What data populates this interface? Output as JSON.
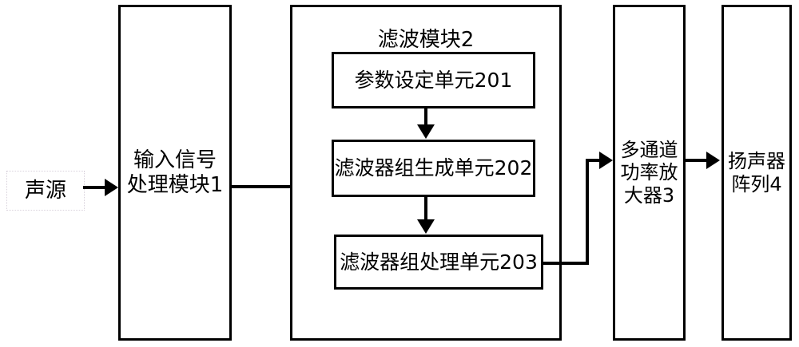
{
  "diagram": {
    "type": "block-diagram",
    "title": "",
    "language": "zh",
    "blocks": {
      "source": {
        "label": "声源"
      },
      "input_module": {
        "label": "输入信号\n处理模块1"
      },
      "filter_module": {
        "label": "滤波模块2"
      },
      "unit_201": {
        "label": "参数设定单元201"
      },
      "unit_202": {
        "label": "滤波器组生成单元202"
      },
      "unit_203": {
        "label": "滤波器组处理单元203"
      },
      "amplifier": {
        "label": "多通道\n功率放\n大器3"
      },
      "speaker_array": {
        "label": "扬声器\n阵列4"
      }
    },
    "connections": [
      {
        "from": "source",
        "to": "input_module",
        "style": "arrow-right"
      },
      {
        "from": "input_module",
        "to": "unit_203",
        "style": "elbow-down-right"
      },
      {
        "from": "unit_201",
        "to": "unit_202",
        "style": "arrow-down"
      },
      {
        "from": "unit_202",
        "to": "unit_203",
        "style": "arrow-down"
      },
      {
        "from": "unit_203",
        "to": "amplifier",
        "style": "elbow-up-right"
      },
      {
        "from": "amplifier",
        "to": "speaker_array",
        "style": "arrow-right"
      }
    ],
    "colors": {
      "stroke": "#000000",
      "background": "#ffffff",
      "text": "#000000",
      "ghost_border": "#d9d2dc"
    }
  }
}
